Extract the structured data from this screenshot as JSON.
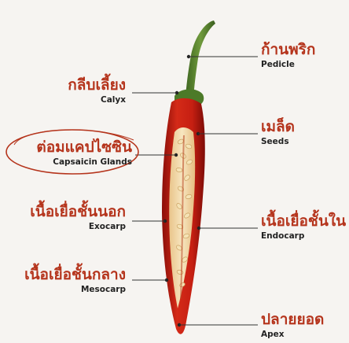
{
  "labels": {
    "pedicle": {
      "th": "ก้านพริก",
      "en": "Pedicle"
    },
    "calyx": {
      "th": "กลีบเลี้ยง",
      "en": "Calyx"
    },
    "seeds": {
      "th": "เมล็ด",
      "en": "Seeds"
    },
    "capsaicin": {
      "th": "ต่อมแคปไซซิน",
      "en": "Capsaicin Glands"
    },
    "exocarp": {
      "th": "เนื้อเยื่อชั้นนอก",
      "en": "Exocarp"
    },
    "endocarp": {
      "th": "เนื้อเยื่อชั้นใน",
      "en": "Endocarp"
    },
    "mesocarp": {
      "th": "เนื้อเยื่อชั้นกลาง",
      "en": "Mesocarp"
    },
    "apex": {
      "th": "ปลายยอด",
      "en": "Apex"
    }
  },
  "colors": {
    "thai_text": "#b5341c",
    "pepper_red": "#c61f12",
    "pepper_dark": "#8a0e08",
    "stem_green": "#4f7a2c",
    "flesh": "#f1d9a8",
    "leader": "#333333"
  }
}
